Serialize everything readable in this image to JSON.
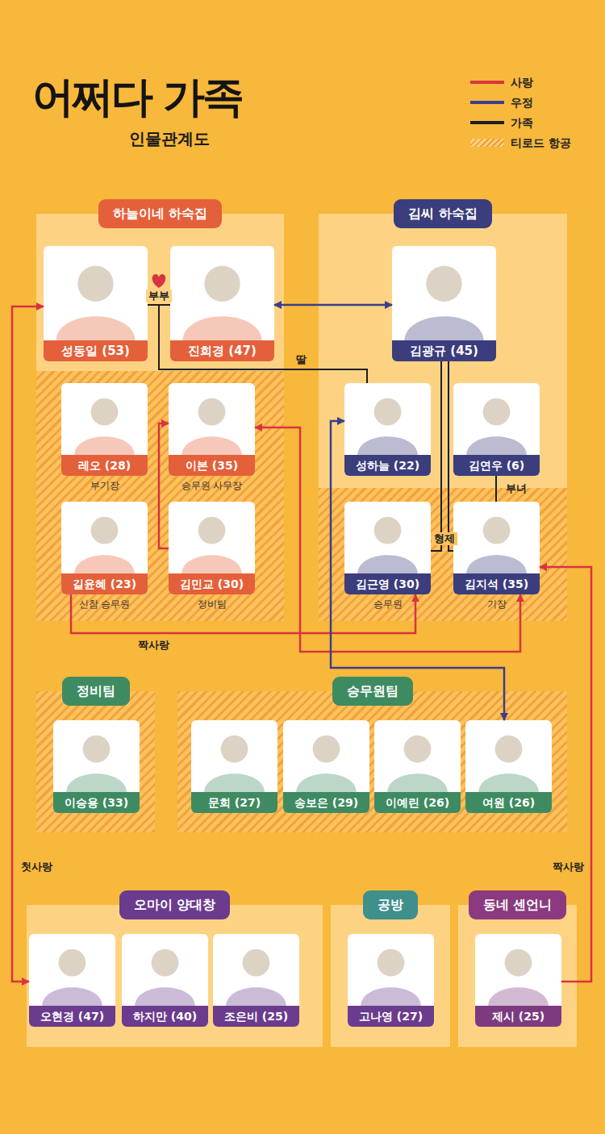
{
  "diagram": {
    "title": "어쩌다 가족",
    "nodes": [
      {
        "text": [
          "하늘이네 하숙집"
        ]
      },
      {
        "text": [
          "성동일 (53)"
        ],
        "in": 0
      },
      {
        "text": [
          "진희경 (47)"
        ],
        "in": 0
      },
      {
        "text": [
          "레오 (28)",
          "부기장"
        ],
        "in": 0
      },
      {
        "text": [
          "이본 (35)",
          "승무원 사무장"
        ],
        "in": 0
      },
      {
        "text": [
          "길윤혜 (23)",
          "신참 승무원"
        ],
        "in": 0
      },
      {
        "text": [
          "김민교 (30)",
          "정비팀"
        ],
        "in": 0
      },
      {
        "text": [
          "김씨 하숙집"
        ]
      },
      {
        "text": [
          "김광규 (45)"
        ],
        "in": 7
      },
      {
        "text": [
          "성하늘 (22)"
        ],
        "in": 7
      },
      {
        "text": [
          "김연우 (6)"
        ],
        "in": 7
      },
      {
        "text": [
          "김근영 (30)",
          "승무원"
        ],
        "in": 7
      },
      {
        "text": [
          "김지석 (35)",
          "기장"
        ],
        "in": 7
      },
      {
        "text": [
          "정비팀"
        ]
      },
      {
        "text": [
          "이승용 (33)"
        ],
        "in": 13
      },
      {
        "text": [
          "승무원팀"
        ]
      },
      {
        "text": [
          "문희 (27)"
        ],
        "in": 15
      },
      {
        "text": [
          "송보은 (29)"
        ],
        "in": 15
      },
      {
        "text": [
          "이예린 (26)"
        ],
        "in": 15
      },
      {
        "text": [
          "여원 (26)"
        ],
        "in": 15
      },
      {
        "text": [
          "오마이 양대창"
        ]
      },
      {
        "text": [
          "오현경 (47)"
        ],
        "in": 20
      },
      {
        "text": [
          "하지만 (40)"
        ],
        "in": 20
      },
      {
        "text": [
          "조은비 (25)"
        ],
        "in": 20
      },
      {
        "text": [
          "공방"
        ]
      },
      {
        "text": [
          "고나영 (27)"
        ],
        "in": 24
      },
      {
        "text": [
          "동네 센언니"
        ]
      },
      {
        "text": [
          "제시 (25)"
        ],
        "in": 26
      }
    ],
    "edges": [
      {
        "from": 1,
        "to": 2,
        "label": "부부",
        "arrow": "none"
      },
      {
        "from": 1,
        "to": 9,
        "label": "딸",
        "arrow": "none"
      },
      {
        "from": 2,
        "to": 9,
        "arrow": "none"
      },
      {
        "from": 2,
        "to": 8,
        "arrow": "both"
      },
      {
        "from": 8,
        "to": 11,
        "label": "형제",
        "arrow": "none"
      },
      {
        "from": 8,
        "to": 12,
        "arrow": "none"
      },
      {
        "from": 10,
        "to": 12,
        "label": "부녀",
        "arrow": "none"
      },
      {
        "from": 6,
        "to": 4,
        "arrow": "to"
      },
      {
        "from": 5,
        "to": 11,
        "label": "짝사랑",
        "arrow": "to"
      },
      {
        "from": 4,
        "to": 12,
        "arrow": "both"
      },
      {
        "from": 9,
        "to": 19,
        "arrow": "both"
      },
      {
        "from": 27,
        "to": 12,
        "label": "짝사랑",
        "arrow": "to"
      },
      {
        "from": 21,
        "to": 1,
        "label": "첫사랑",
        "arrow": "both"
      }
    ],
    "labels": [
      "인물관계도"
    ],
    "legend": [
      {
        "text": "사랑",
        "color": "#d8343f"
      },
      {
        "text": "우정",
        "color": "#3a3e8c"
      },
      {
        "text": "가족",
        "color": "#1e1e1e"
      },
      {
        "text": "티로드 항공",
        "color": "#f29a35"
      }
    ]
  }
}
